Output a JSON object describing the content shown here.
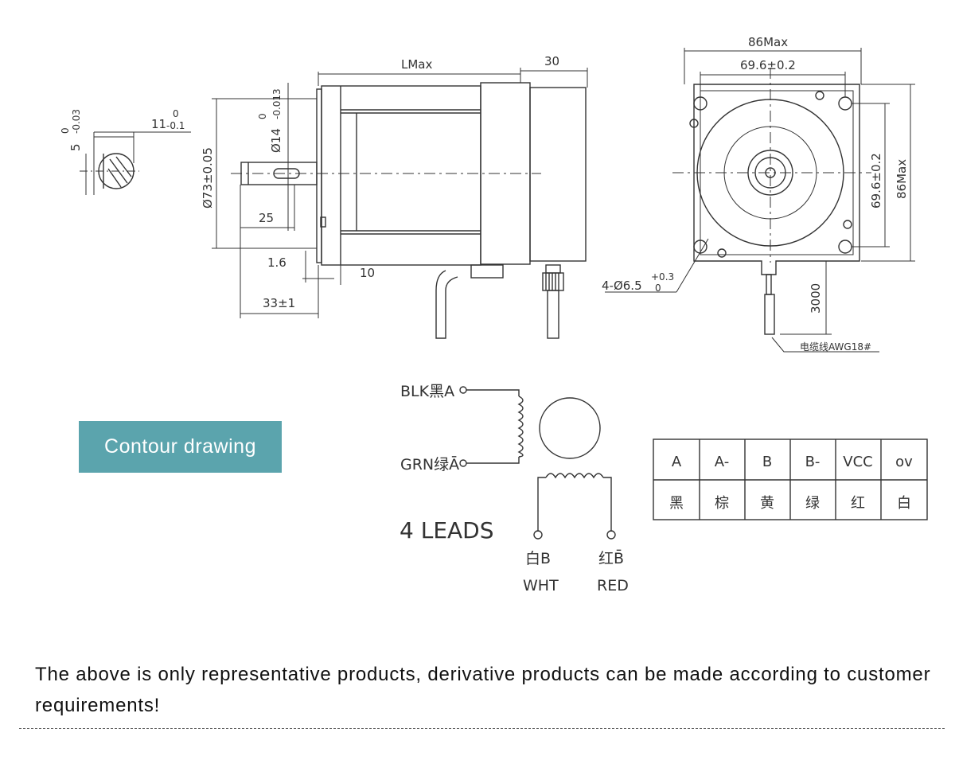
{
  "shaft_section": {
    "key_depth": "5",
    "key_depth_tol_top": "0",
    "key_depth_tol_bottom": "-0.03",
    "flat_width": "11",
    "flat_width_tol_top": "0",
    "flat_width_tol_bottom": "-0.1"
  },
  "side_view": {
    "length": "LMax",
    "rear_length": "30",
    "shaft_diameter": "Ø14",
    "shaft_tol_top": "0",
    "shaft_tol_bottom": "-0.013",
    "pilot_diameter": "Ø73±0.05",
    "shaft_length": "25",
    "flange_step": "1.6",
    "flange_thickness": "10",
    "front_length": "33±1"
  },
  "front_view": {
    "overall_width": "86Max",
    "hole_spacing_h": "69.6±0.2",
    "hole_spacing_v": "69.6±0.2",
    "overall_height": "86Max",
    "holes": "4-Ø6.5",
    "holes_tol_top": "+0.3",
    "holes_tol_bottom": "0",
    "cable_length": "3000",
    "cable_note": "电缆线AWG18#"
  },
  "wiring": {
    "lead_a": "BLK黑A",
    "lead_a_bar": "GRN绿Ā",
    "lead_b": "白B",
    "lead_b_en": "WHT",
    "lead_b_bar": "红B̄",
    "lead_b_bar_en": "RED",
    "leads": "4 LEADS"
  },
  "color_table": {
    "headers": [
      "A",
      "A-",
      "B",
      "B-",
      "VCC",
      "ov"
    ],
    "colors": [
      "黑",
      "棕",
      "黄",
      "绿",
      "红",
      "白"
    ]
  },
  "badge": {
    "label": "Contour drawing"
  },
  "footer": {
    "note": "The above is only representative products, derivative products can be made according to customer requirements!"
  }
}
